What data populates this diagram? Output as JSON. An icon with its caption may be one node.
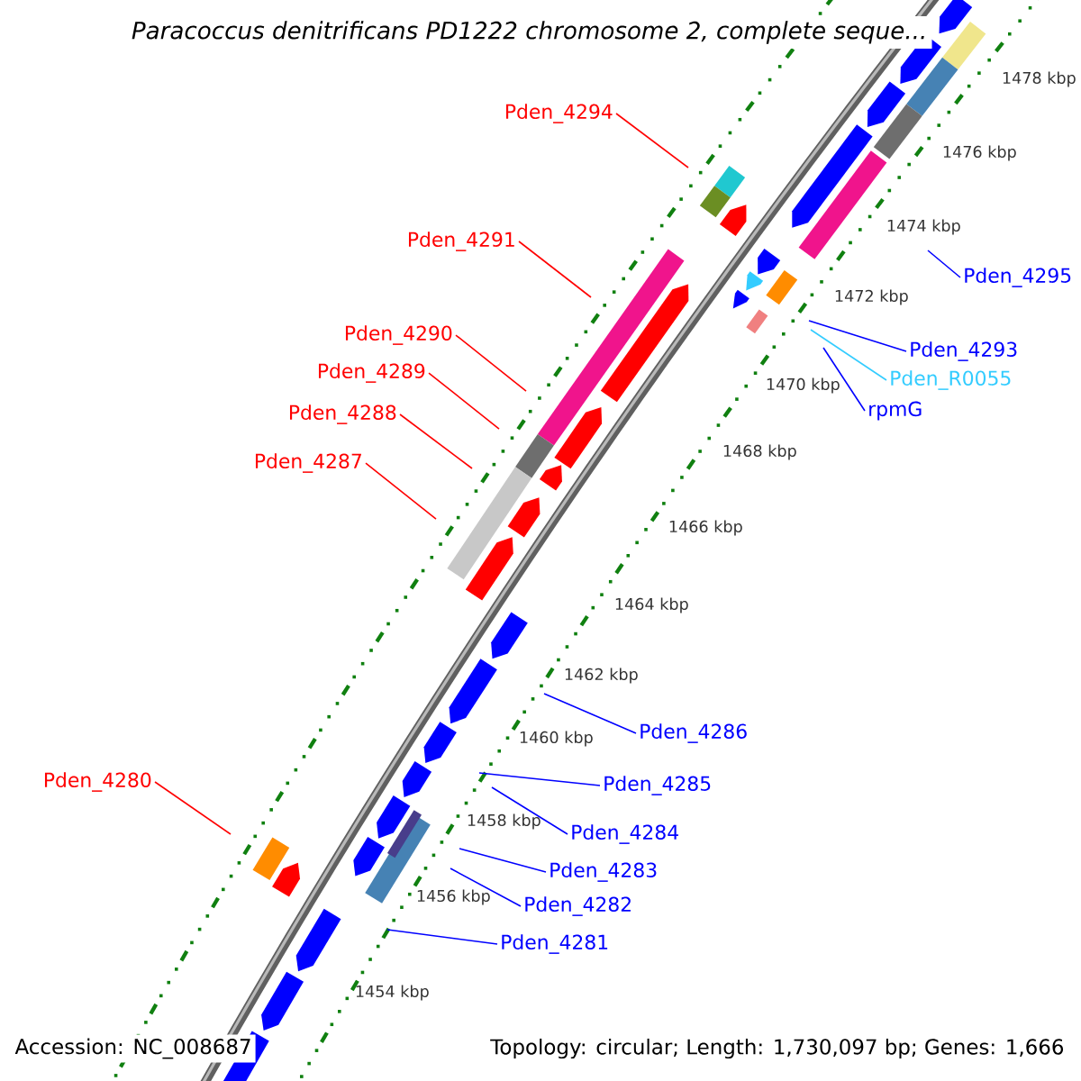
{
  "diagram": {
    "title": "Paracoccus denitrificans PD1222 chromosome 2, complete seque...",
    "nodes": [
      {
        "text": [
          "Pden_4294"
        ]
      },
      {
        "text": [
          "Pden_4291"
        ]
      },
      {
        "text": [
          "Pden_4295"
        ]
      },
      {
        "text": [
          "Pden_4293"
        ]
      },
      {
        "text": [
          "Pden_4290"
        ]
      },
      {
        "text": [
          "Pden_4289"
        ]
      },
      {
        "text": [
          "Pden_R0055"
        ]
      },
      {
        "text": [
          "rpmG"
        ]
      },
      {
        "text": [
          "Pden_4288"
        ]
      },
      {
        "text": [
          "Pden_4287"
        ]
      },
      {
        "text": [
          "Pden_4286"
        ]
      },
      {
        "text": [
          "Pden_4285"
        ]
      },
      {
        "text": [
          "Pden_4280"
        ]
      },
      {
        "text": [
          "Pden_4284"
        ]
      },
      {
        "text": [
          "Pden_4283"
        ]
      },
      {
        "text": [
          "Pden_4282"
        ]
      },
      {
        "text": [
          "Pden_4281"
        ]
      }
    ],
    "edges": [
      {
        "from": 0,
        "to": null,
        "arrow": "none",
        "color": "#ff0000"
      },
      {
        "from": 1,
        "to": null,
        "arrow": "none",
        "color": "#ff0000"
      },
      {
        "from": 2,
        "to": null,
        "arrow": "none"
      },
      {
        "from": 3,
        "to": null,
        "arrow": "none"
      },
      {
        "from": 4,
        "to": null,
        "arrow": "none",
        "color": "#ff0000"
      },
      {
        "from": 5,
        "to": null,
        "arrow": "none",
        "color": "#ff0000"
      },
      {
        "from": 6,
        "to": null,
        "arrow": "none",
        "color": "#33ccff"
      },
      {
        "from": 7,
        "to": null,
        "arrow": "none"
      },
      {
        "from": 8,
        "to": null,
        "arrow": "none",
        "color": "#ff0000"
      },
      {
        "from": 9,
        "to": null,
        "arrow": "none",
        "color": "#ff0000"
      },
      {
        "from": 10,
        "to": null,
        "arrow": "none"
      },
      {
        "from": 11,
        "to": null,
        "arrow": "none"
      },
      {
        "from": 12,
        "to": null,
        "arrow": "none",
        "color": "#ff0000"
      },
      {
        "from": 13,
        "to": null,
        "arrow": "none"
      },
      {
        "from": 14,
        "to": null,
        "arrow": "none"
      },
      {
        "from": 15,
        "to": null,
        "arrow": "none"
      },
      {
        "from": 16,
        "to": null,
        "arrow": "none"
      }
    ],
    "labels": [
      "1478 kbp",
      "1476 kbp",
      "1474 kbp",
      "1472 kbp",
      "1470 kbp",
      "1468 kbp",
      "1466 kbp",
      "1464 kbp",
      "1462 kbp",
      "1460 kbp",
      "1458 kbp",
      "1456 kbp",
      "1454 kbp",
      "Accession: NC_008687",
      "Topology: circular; Length: 1,730,097 bp; Genes: 1,666"
    ]
  }
}
